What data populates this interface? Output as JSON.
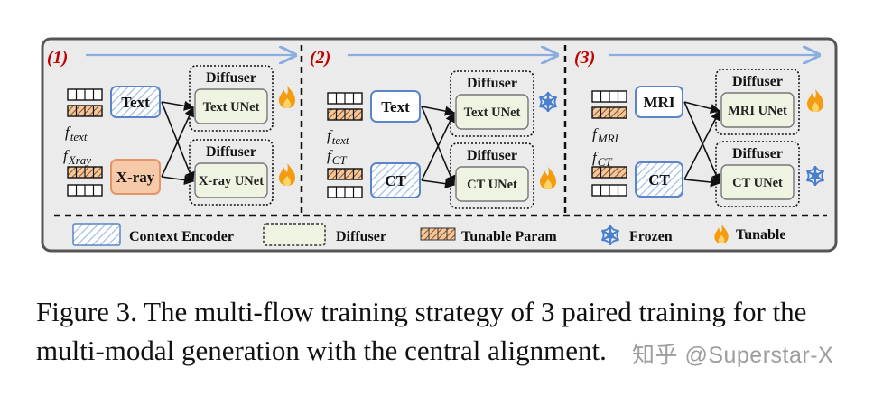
{
  "panels": [
    {
      "label": "(1)",
      "feat_top": "f_text",
      "feat_bottom": "f_Xray",
      "enc_top": "Text",
      "enc_bottom": "X-ray",
      "diff_top_title": "Diffuser",
      "diff_top_unet": "Text UNet",
      "diff_bottom_title": "Diffuser",
      "diff_bottom_unet": "X-ray UNet",
      "icon_top": "flame-icon",
      "icon_bottom": "flame-icon"
    },
    {
      "label": "(2)",
      "feat_top": "f_text",
      "feat_bottom": "f_CT",
      "enc_top": "Text",
      "enc_bottom": "CT",
      "diff_top_title": "Diffuser",
      "diff_top_unet": "Text UNet",
      "diff_bottom_title": "Diffuser",
      "diff_bottom_unet": "CT UNet",
      "icon_top": "snowflake-icon",
      "icon_bottom": "flame-icon"
    },
    {
      "label": "(3)",
      "feat_top": "f_MRI",
      "feat_bottom": "f_CT",
      "enc_top": "MRI",
      "enc_bottom": "CT",
      "diff_top_title": "Diffuser",
      "diff_top_unet": "MRI UNet",
      "diff_bottom_title": "Diffuser",
      "diff_bottom_unet": "CT UNet",
      "icon_top": "flame-icon",
      "icon_bottom": "snowflake-icon"
    }
  ],
  "legend": {
    "context_encoder": "Context Encoder",
    "diffuser": "Diffuser",
    "tunable_param": "Tunable Param",
    "frozen": "Frozen",
    "tunable": "Tunable"
  },
  "caption": "Figure 3. The multi-flow training strategy of 3 paired training for the multi-modal generation with the central alignment.",
  "watermark": "知乎 @Superstar-X",
  "colors": {
    "panel_bg": "#ebebeb",
    "panel_border": "#555555",
    "arrow_blue": "#8aaee0",
    "label_red": "#c00000",
    "encoder_blue": "#5b85c8",
    "encoder_orange": "#e8a57c",
    "diffuser_fill": "#eef3e2",
    "tunable_stripe": "#b5651d",
    "flame": "#f39c12",
    "snow": "#4a7fd0"
  }
}
